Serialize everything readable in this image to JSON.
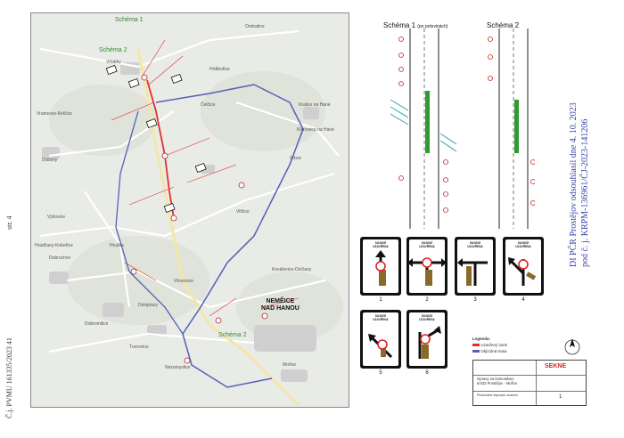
{
  "side_left": {
    "page": "str. 4",
    "ref": "Č.j. PVMU    161335/2023    41"
  },
  "stamp": {
    "line1": "DI PČR Prostějov odsouhlasil dne 4. 10. 2023",
    "line2": "pod č. j. KRPM-136961/ČJ-2023-141206"
  },
  "map": {
    "schema1_label": "Schéma 1",
    "schema2_label": "Schéma 2",
    "schema2_lower_label": "Schéma 2",
    "town": "NEMĚICE\nNAD HANOU",
    "places": [
      "Vrbátky",
      "Vranovice-Kelčice",
      "Dubany",
      "Hrdibořice",
      "Kralice na Hané",
      "Čelčice",
      "Hradčany-Kobeřice",
      "Srbce",
      "Dobrochov",
      "Vitčice",
      "Hruška",
      "Koválovice-Osíčany",
      "Doloplazy",
      "Dobromilice",
      "Tvorovice",
      "Nezamyslice",
      "Mořice",
      "Výšovice",
      "Klenovice na Hané",
      "Vřesovice",
      "Ondratice"
    ]
  },
  "schemas": {
    "s1_title": "Schéma 1",
    "s1_note": "(po polovinách)",
    "s2_title": "Schéma 2"
  },
  "signs": [
    {
      "caption": "SILNICE\nUZAVŘENA",
      "num": "1"
    },
    {
      "caption": "SILNICE\nUZAVŘENA",
      "num": "2"
    },
    {
      "caption": "SILNICE\nUZAVŘENA",
      "num": "3"
    },
    {
      "caption": "SILNICE\nUZAVŘENA",
      "num": "4"
    },
    {
      "caption": "SILNICE\nUZAVŘENA",
      "num": "5"
    },
    {
      "caption": "SILNICE\nUZAVŘENA",
      "num": "6"
    }
  ],
  "legend": {
    "title": "Legenda:",
    "item1": "Uzavřený úsek",
    "item2": "Objízdná trasa"
  },
  "titleblock": {
    "company": "SEKNE",
    "project": "Opravy na komunikaci\nII/433 Prostějov - Mořice",
    "drawing": "Přechodné dopravní značení",
    "sheet": "1"
  },
  "colors": {
    "detour": "#5560b8",
    "closure": "#e03030",
    "schema": "#2f8a2f",
    "stamp": "#3a44a8"
  }
}
